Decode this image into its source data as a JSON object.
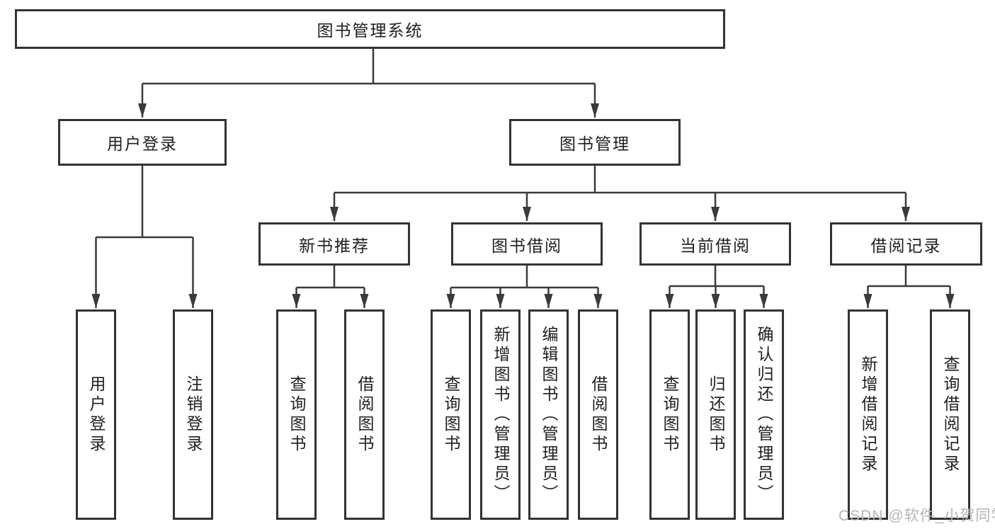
{
  "tree": {
    "root": "图书管理系统",
    "user_login": {
      "label": "用户登录",
      "children": {
        "login": "用户登录",
        "logout": "注销登录"
      }
    },
    "book_mgmt": {
      "label": "图书管理",
      "new_book_rec": {
        "label": "新书推荐",
        "children": {
          "query_books": "查询图书",
          "borrow_books": "借阅图书"
        }
      },
      "book_borrow": {
        "label": "图书借阅",
        "children": {
          "query_books": "查询图书",
          "add_books": "新增图书（管理员）",
          "edit_books": "编辑图书（管理员）",
          "borrow_books": "借阅图书"
        }
      },
      "current_borrow": {
        "label": "当前借阅",
        "children": {
          "query_books": "查询图书",
          "return_books": "归还图书",
          "confirm_return": "确认归还（管理员）"
        }
      },
      "borrow_records": {
        "label": "借阅记录",
        "children": {
          "add_record": "新增借阅记录",
          "query_record": "查询借阅记录"
        }
      }
    }
  },
  "watermark": {
    "text": "CSDN @软件_小贺同学"
  },
  "colors": {
    "line": "#3a3a3a",
    "border": "#333333",
    "fill": "#ffffff",
    "text": "#1f1f1f",
    "watermark": "#b5b5b5",
    "background": "#ffffff"
  }
}
